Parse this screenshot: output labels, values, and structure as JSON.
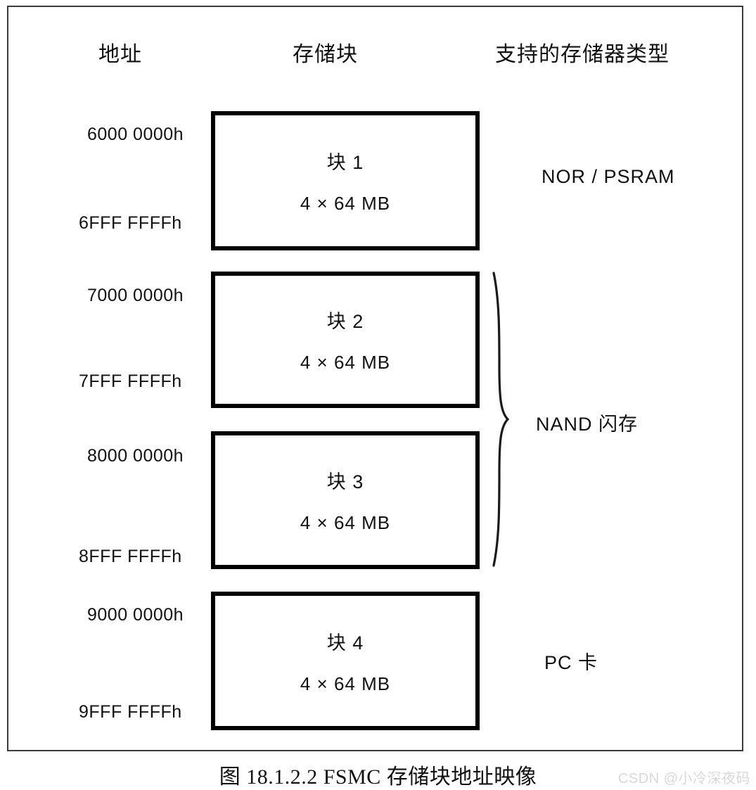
{
  "figure": {
    "caption": "图 18.1.2.2 FSMC 存储块地址映像",
    "watermark": "CSDN @小冷深夜码",
    "headers": {
      "address": "地址",
      "block": "存储块",
      "memory_type": "支持的存储器类型"
    }
  },
  "blocks": [
    {
      "name": "块 1",
      "size": "4 × 64 MB",
      "start_address": "6000 0000h",
      "end_address": "6FFF FFFFh",
      "memory_type": "NOR / PSRAM"
    },
    {
      "name": "块 2",
      "size": "4 × 64 MB",
      "start_address": "7000 0000h",
      "end_address": "7FFF FFFFh",
      "memory_type": "NAND 闪存"
    },
    {
      "name": "块 3",
      "size": "4 × 64 MB",
      "start_address": "8000 0000h",
      "end_address": "8FFF FFFFh",
      "memory_type": "NAND 闪存"
    },
    {
      "name": "块 4",
      "size": "4 × 64 MB",
      "start_address": "9000 0000h",
      "end_address": "9FFF FFFFh",
      "memory_type": "PC 卡"
    }
  ],
  "type_labels": {
    "nor_psram": "NOR / PSRAM",
    "nand_flash": "NAND 闪存",
    "pc_card": "PC 卡"
  },
  "colors": {
    "block_border": "#000000",
    "frame_border": "#3a3a3a",
    "text": "#111111",
    "watermark": "#d8d8d8",
    "background": "#ffffff"
  }
}
